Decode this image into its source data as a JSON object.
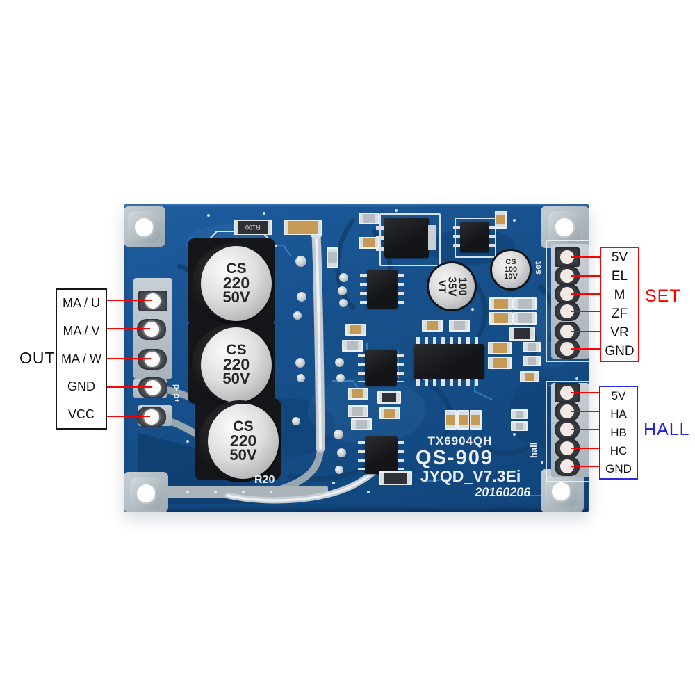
{
  "annotations": {
    "out": {
      "label": "OUT",
      "pins": [
        "MA / U",
        "MA / V",
        "MA / W",
        "GND",
        "VCC"
      ]
    },
    "set": {
      "label": "SET",
      "pins": [
        "5V",
        "EL",
        "M",
        "ZF",
        "VR",
        "GND"
      ]
    },
    "hall": {
      "label": "HALL",
      "pins": [
        "5V",
        "HA",
        "HB",
        "HC",
        "GND"
      ]
    }
  },
  "board": {
    "silkscreen": {
      "part_no": "TX6904QH",
      "model": "QS-909",
      "firmware": "JYQD_V7.3Ei",
      "date_code": "20160206",
      "r20": "R20",
      "r100": "R100",
      "set_header": "set",
      "hall_header": "hall",
      "polarity": "p- p+"
    },
    "markings": {
      "large_cap": [
        "CS",
        "220",
        "50V"
      ],
      "small_cap_a": [
        "100",
        "35V"
      ],
      "small_cap_a_suffix": "VT",
      "small_cap_b": [
        "CS",
        "100",
        "10V"
      ]
    },
    "colors": {
      "pcb_blue": "#17518c",
      "silkscreen_white": "#e9eff5",
      "annotation_red": "#ff0000",
      "annotation_blue": "#2a2ae6"
    }
  }
}
